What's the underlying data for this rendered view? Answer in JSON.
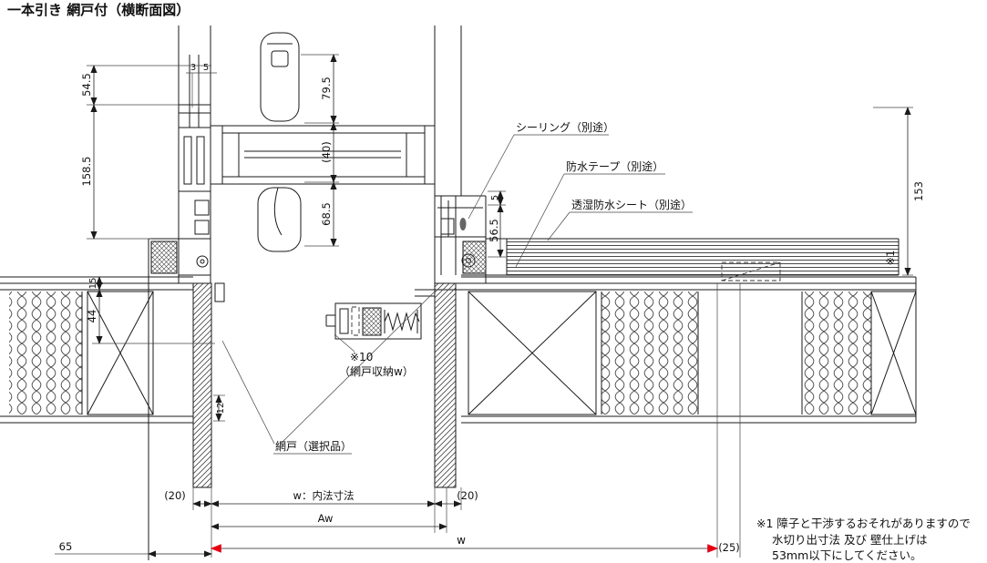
{
  "title": "一本引き 網戸付（横断面図）",
  "colors": {
    "line": "#1a1a1a",
    "accent_red": "#e60012"
  },
  "callouts": {
    "sealing": "シーリング（別途）",
    "tape": "防水テープ（別途）",
    "sheet": "透湿防水シート（別途）",
    "screen": "網戸（選択品）",
    "stow_ref": "※10",
    "stow_label": "（網戸収納w）",
    "ref1": "※1"
  },
  "dims": {
    "v54_5": "54.5",
    "v3": "3",
    "v5top": "5",
    "v79_5": "79.5",
    "v40": "(40)",
    "v158_5": "158.5",
    "v68_5": "68.5",
    "v5r": "5",
    "v56_5": "56.5",
    "v153": "153",
    "v15": "15",
    "v44": "44",
    "v12": "12",
    "v65": "65",
    "p20l": "(20)",
    "w_inner": "w：内法寸法",
    "p20r": "(20)",
    "aw": "Aw",
    "w": "w",
    "p25": "(25)"
  },
  "note": {
    "l1": "※1 障子と干渉するおそれがありますので",
    "l2": "水切り出寸法 及び 壁仕上げは",
    "l3": "53mm以下にしてください。"
  }
}
